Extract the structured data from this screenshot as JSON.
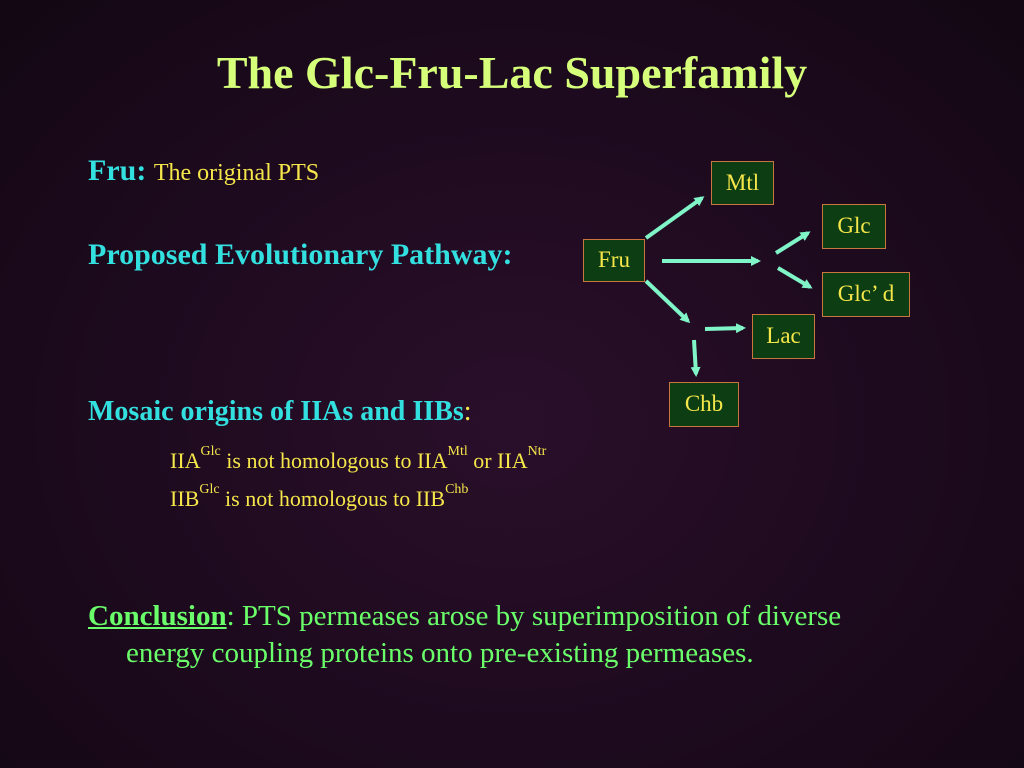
{
  "title": "The Glc-Fru-Lac Superfamily",
  "fru_line": {
    "label": "Fru:",
    "description": "The original PTS"
  },
  "pathway_label": "Proposed Evolutionary Pathway:",
  "diagram": {
    "nodes": {
      "fru": "Fru",
      "mtl": "Mtl",
      "glc": "Glc",
      "glcd": "Glc’ d",
      "lac": "Lac",
      "chb": "Chb"
    }
  },
  "mosaic": {
    "heading": "Mosaic origins of IIAs and IIBs",
    "colon": ":",
    "line1": {
      "a": "IIA",
      "a_sup": "Glc",
      "mid": " is not homologous to IIA",
      "b_sup": "Mtl",
      "or": " or IIA",
      "c_sup": "Ntr"
    },
    "line2": {
      "a": "IIB",
      "a_sup": "Glc",
      "mid": " is not homologous to IIB",
      "b_sup": "Chb"
    }
  },
  "conclusion": {
    "heading": "Conclusion",
    "text": ": PTS permeases arose by superimposition of diverse energy coupling proteins onto pre-existing permeases."
  },
  "colors": {
    "background": "#1d0a1e",
    "title": "#d6ff7a",
    "heading": "#33e0e0",
    "body": "#f5e64a",
    "conclusion": "#6aff6a",
    "node_fill": "#0d3d12",
    "node_border": "#c9763e",
    "arrow": "#7ff5c8"
  }
}
